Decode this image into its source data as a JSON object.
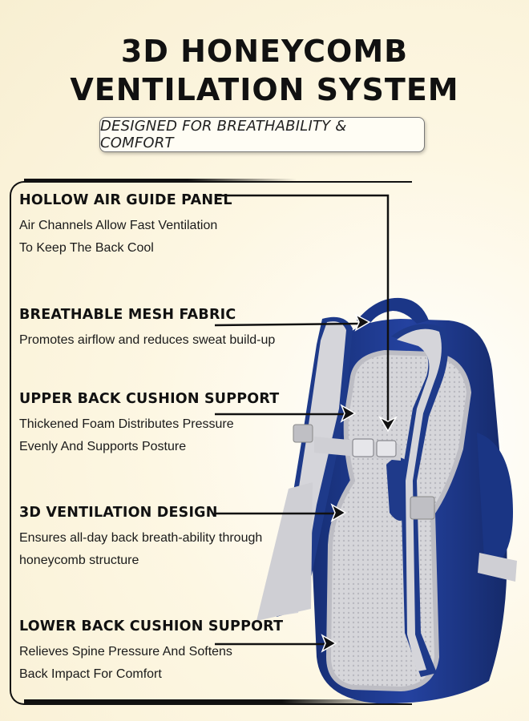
{
  "header": {
    "title_line1": "3D HONEYCOMB",
    "title_line2": "VENTILATION SYSTEM",
    "subtitle": "DESIGNED FOR BREATHABILITY & COMFORT"
  },
  "features": [
    {
      "title": "HOLLOW AIR GUIDE PANEL",
      "line1": "Air Channels Allow Fast Ventilation",
      "line2": "To Keep The Back Cool"
    },
    {
      "title": "BREATHABLE MESH FABRIC",
      "line1": "Promotes airflow and reduces sweat build-up",
      "line2": ""
    },
    {
      "title": "UPPER BACK CUSHION SUPPORT",
      "line1": "Thickened Foam Distributes Pressure",
      "line2": "Evenly And Supports Posture"
    },
    {
      "title": "3D VENTILATION DESIGN",
      "line1": "Ensures all-day back breath-ability through",
      "line2": "honeycomb structure"
    },
    {
      "title": "LOWER BACK CUSHION SUPPORT",
      "line1": "Relieves Spine Pressure And Softens",
      "line2": "Back Impact For Comfort"
    }
  ],
  "colors": {
    "background": "#fbf4dc",
    "backpack_navy": "#1f3a8a",
    "strap_gray": "#d9d9dc",
    "text": "#111111"
  },
  "icons": [
    "arrow-pointer-icon",
    "backpack-illustration"
  ]
}
